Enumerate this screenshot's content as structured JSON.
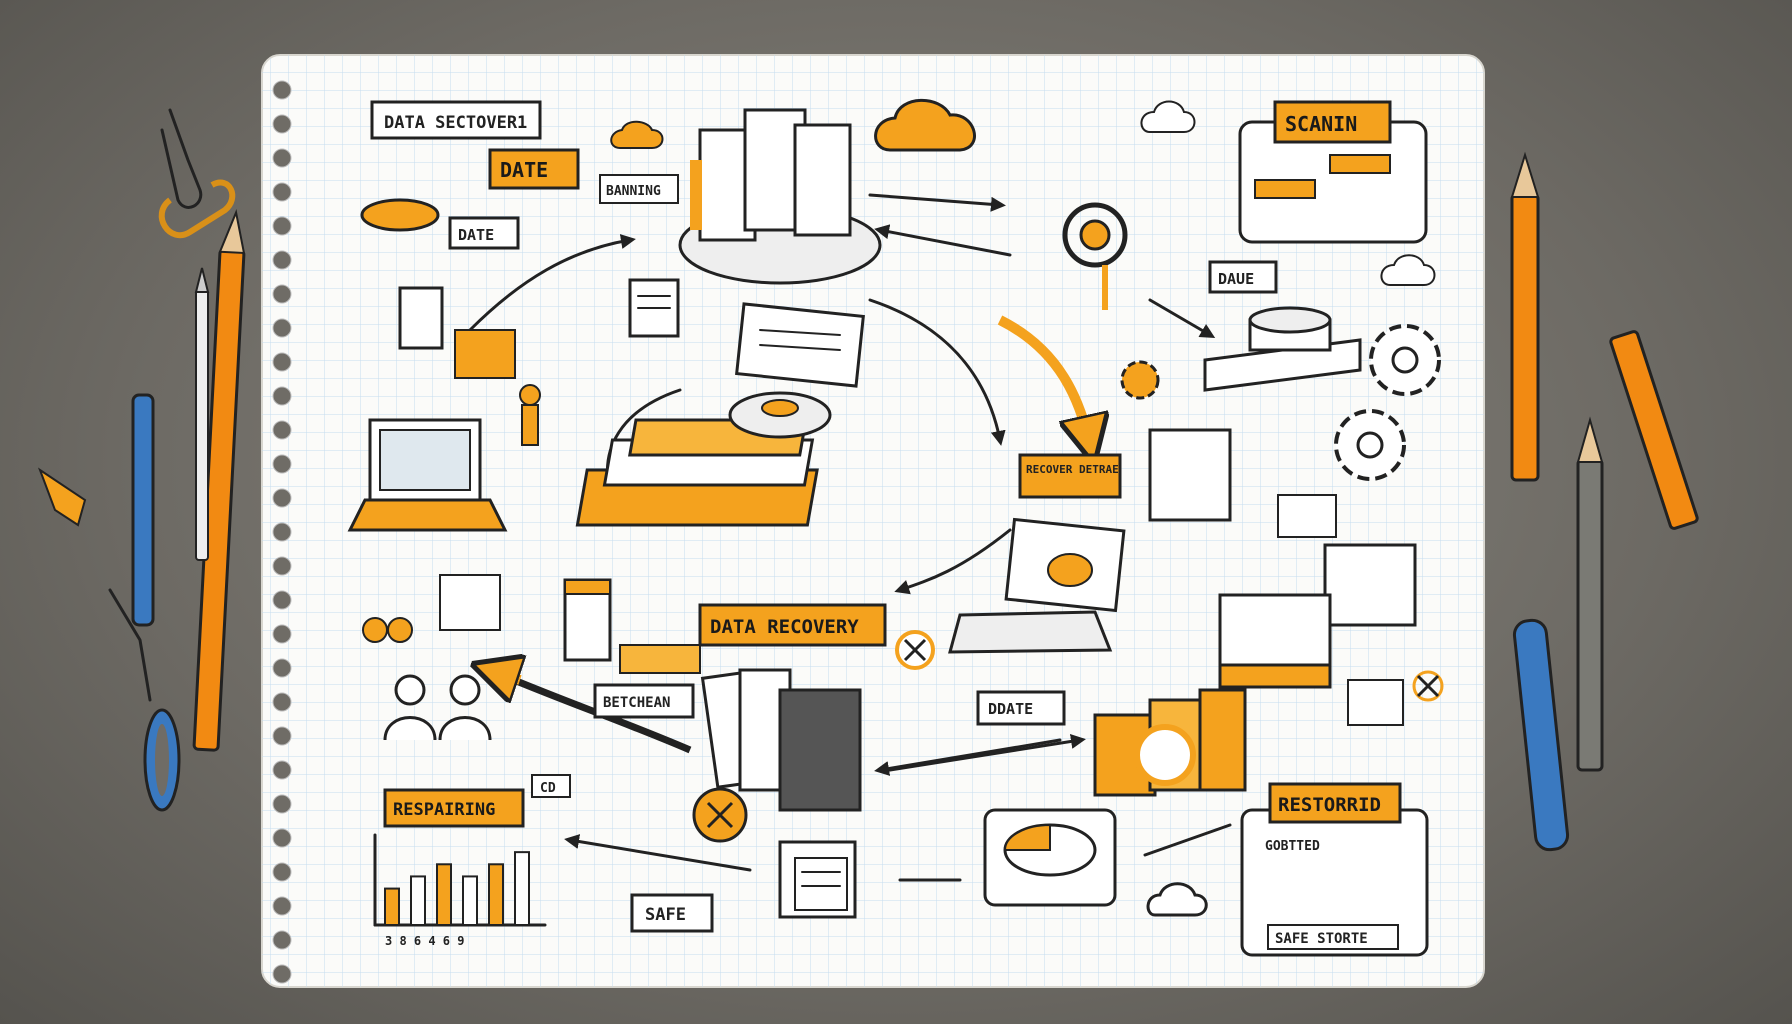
{
  "labels": {
    "data_sectover": "DATA SECTOVER1",
    "date_top": "DATE",
    "date_small": "DATE",
    "banning": "BANNING",
    "scanin": "SCANIN",
    "daue": "DAUE",
    "recover_detrae": "RECOVER DETRAE",
    "data_recovery": "DATA RECOVERY",
    "betchean": "BETCHEAN",
    "ddate": "DDATE",
    "respairing": "RESPAIRING",
    "restorrid": "RESTORRID",
    "safe": "SAFE",
    "safe_storte": "SAFE STORTE",
    "gestied": "GOBTTED",
    "cd": "CD",
    "chart_ticks": "3 8 6 4 6 9"
  },
  "colors": {
    "accent": "#f4a21e",
    "ink": "#222222",
    "paper": "#fbfbf9",
    "grid": "#c9dff0",
    "desk": "#6f6c66"
  },
  "chart_data": {
    "type": "bar",
    "categories": [
      "3",
      "8",
      "6",
      "4",
      "6",
      "9"
    ],
    "values": [
      3,
      4,
      5,
      4,
      5,
      6
    ],
    "ylim": [
      0,
      7
    ]
  }
}
